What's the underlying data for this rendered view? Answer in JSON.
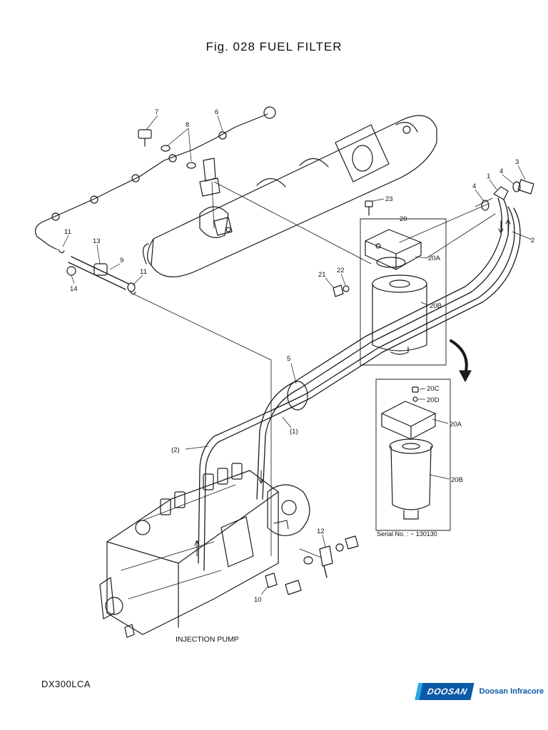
{
  "title": "Fig. 028 FUEL FILTER",
  "model": "DX300LCA",
  "brand": {
    "logo": "DOOSAN",
    "name": "Doosan Infracore"
  },
  "labels": {
    "pump": "INJECTION PUMP",
    "serial": "Serial No. :  ~ 130130"
  },
  "callouts": [
    "7",
    "6",
    "8",
    "3",
    "1",
    "4",
    "4",
    "2",
    "23",
    "20",
    "11",
    "13",
    "9",
    "14",
    "11",
    "22",
    "21",
    "20A",
    "20B",
    "5",
    "(1)",
    "(2)",
    "20C",
    "20D",
    "20A",
    "20B",
    "12",
    "10"
  ],
  "colors": {
    "line": "#1a1a1a",
    "brand_blue": "#0b5aa8",
    "brand_light": "#27a8e0"
  }
}
